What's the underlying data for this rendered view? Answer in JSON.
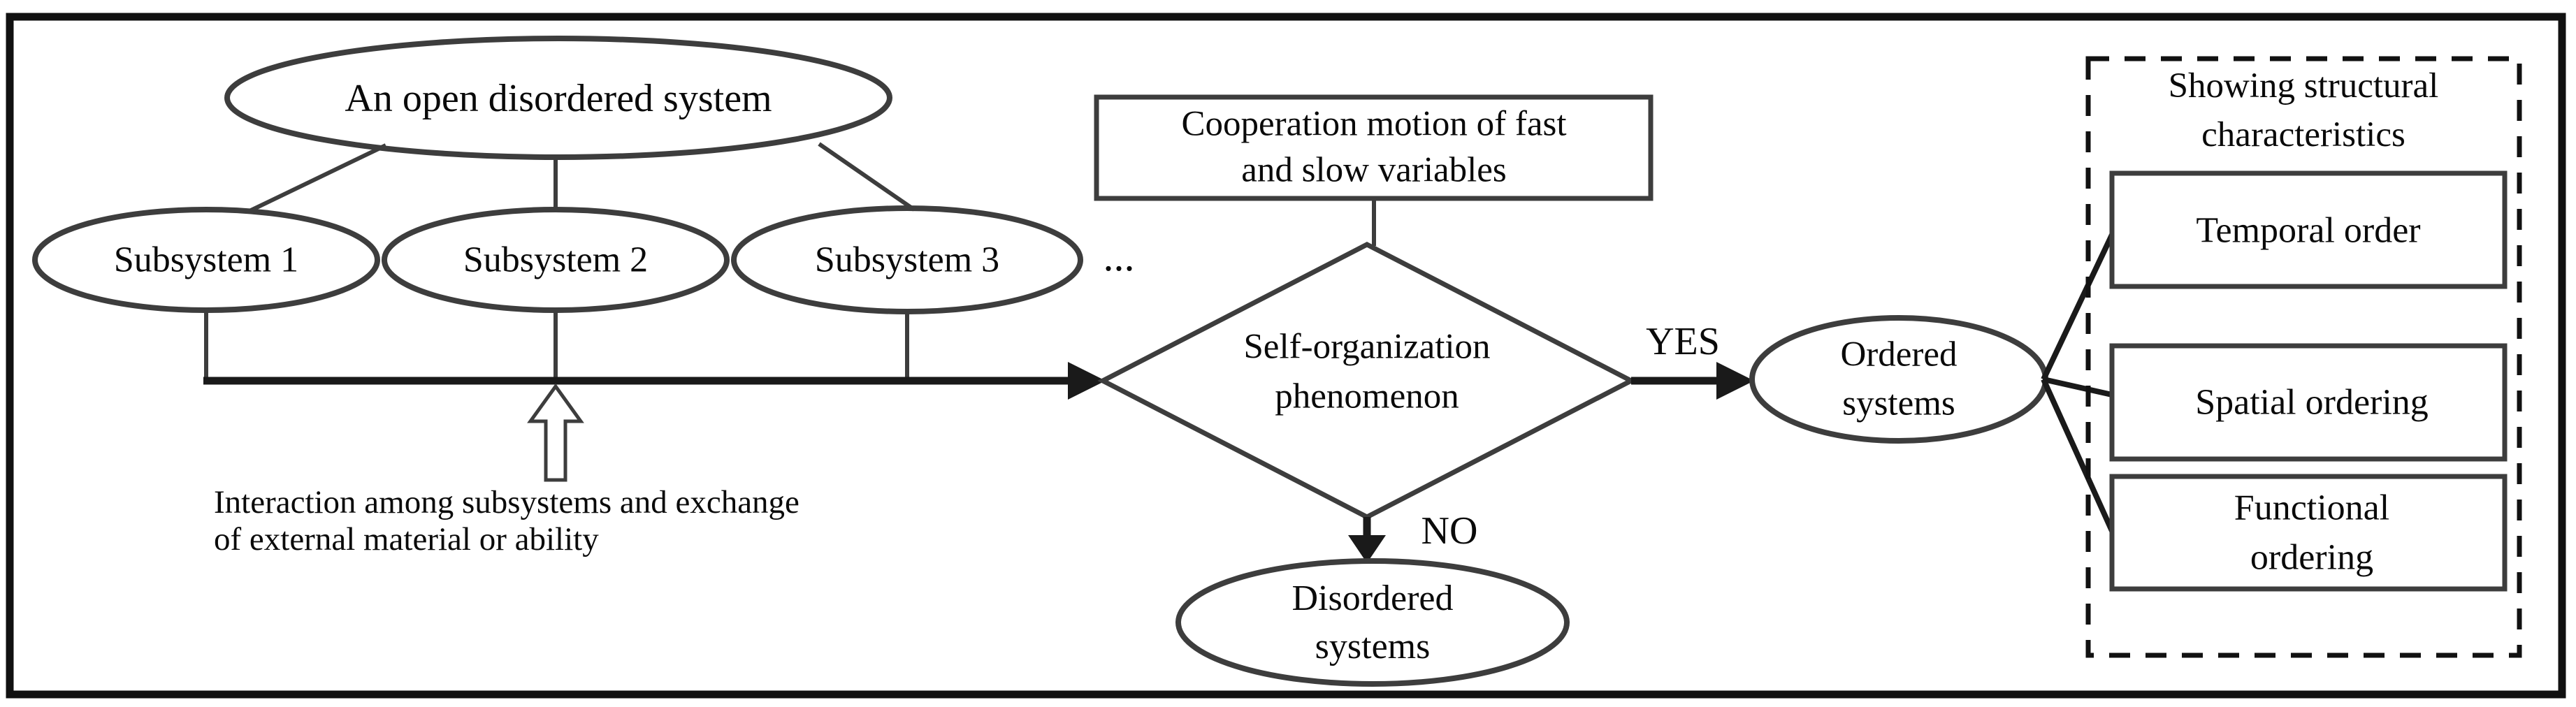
{
  "diagram": {
    "nodes": {
      "open_system": "An open disordered system",
      "subsystem1": "Subsystem 1",
      "subsystem2": "Subsystem 2",
      "subsystem3": "Subsystem 3",
      "ellipsis": "...",
      "interaction_caption": "Interaction among subsystems and exchange\nof external material or ability",
      "cooperation": "Cooperation motion of fast\nand slow variables",
      "decision": "Self-organization\nphenomenon",
      "ordered": "Ordered\nsystems",
      "disordered": "Disordered\nsystems",
      "group_title": "Showing structural\ncharacteristics",
      "temporal": "Temporal order",
      "spatial": "Spatial ordering",
      "functional": "Functional ordering"
    },
    "edges": {
      "yes_label": "YES",
      "no_label": "NO"
    },
    "colors": {
      "stroke": "#3d3d3d",
      "arrow": "#1a1a1a",
      "border": "#111111",
      "text": "#0a0a0a",
      "background": "#ffffff"
    }
  }
}
